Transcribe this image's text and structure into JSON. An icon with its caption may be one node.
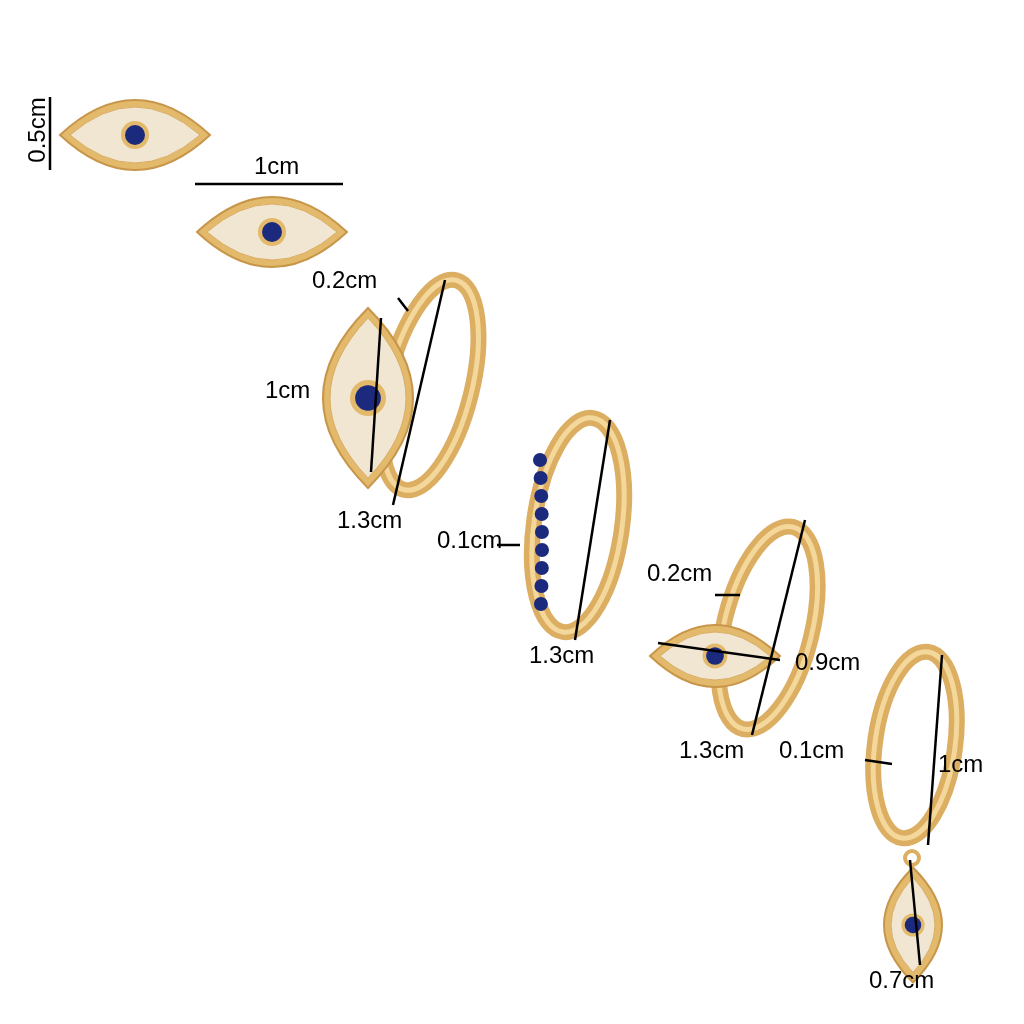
{
  "diagram": {
    "labels": [
      "0.5cm",
      "1cm",
      "0.2cm",
      "1cm",
      "1.3cm",
      "0.1cm",
      "1.3cm",
      "0.2cm",
      "0.9cm",
      "1.3cm",
      "0.1cm",
      "1cm",
      "0.7cm"
    ]
  }
}
